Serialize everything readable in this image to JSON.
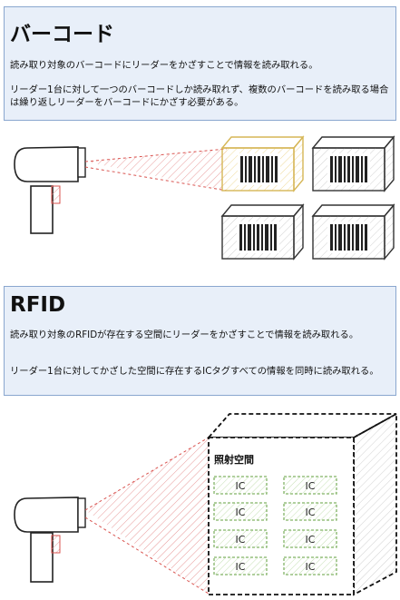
{
  "barcode": {
    "title": "バーコード",
    "paragraph1": "読み取り対象のバーコードにリーダーをかざすことで情報を読み取れる。",
    "paragraph2": "リーダー1台に対して一つのバーコードしか読み取れず、複数のバーコードを読み取る場合は繰り返しリーダーをバーコードにかざす必要がある。"
  },
  "rfid": {
    "title": "RFID",
    "paragraph1": "読み取り対象のRFIDが存在する空間にリーダーをかざすことで情報を読み取れる。",
    "paragraph2": "リーダー1台に対してかざした空間に存在するICタグすべての情報を同時に読み取れる。",
    "space_label": "照射空間",
    "tag_label": "IC"
  },
  "colors": {
    "panel_fill": "#e8eff9",
    "panel_border": "#8aa7cf",
    "highlight_box": "#d6b656",
    "beam": "#d9534f",
    "tag_border": "#82b366"
  }
}
